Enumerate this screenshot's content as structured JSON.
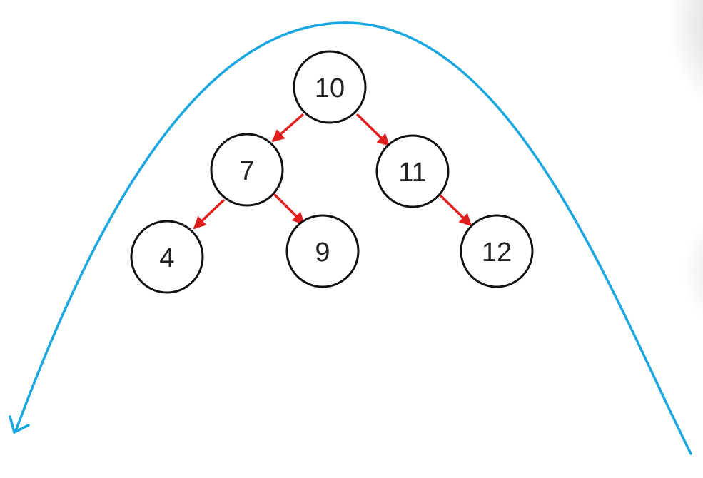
{
  "diagram": {
    "nodes": [
      {
        "id": "n10",
        "label": "10"
      },
      {
        "id": "n7",
        "label": "7"
      },
      {
        "id": "n11",
        "label": "11"
      },
      {
        "id": "n4",
        "label": "4"
      },
      {
        "id": "n9",
        "label": "9"
      },
      {
        "id": "n12",
        "label": "12"
      }
    ],
    "edges": [
      {
        "from": "10",
        "to": "7"
      },
      {
        "from": "10",
        "to": "11"
      },
      {
        "from": "7",
        "to": "4"
      },
      {
        "from": "7",
        "to": "9"
      },
      {
        "from": "11",
        "to": "12"
      }
    ],
    "colors": {
      "edge": "#e01e1e",
      "traversal_curve": "#1aa7e0",
      "node_stroke": "#111111"
    }
  }
}
